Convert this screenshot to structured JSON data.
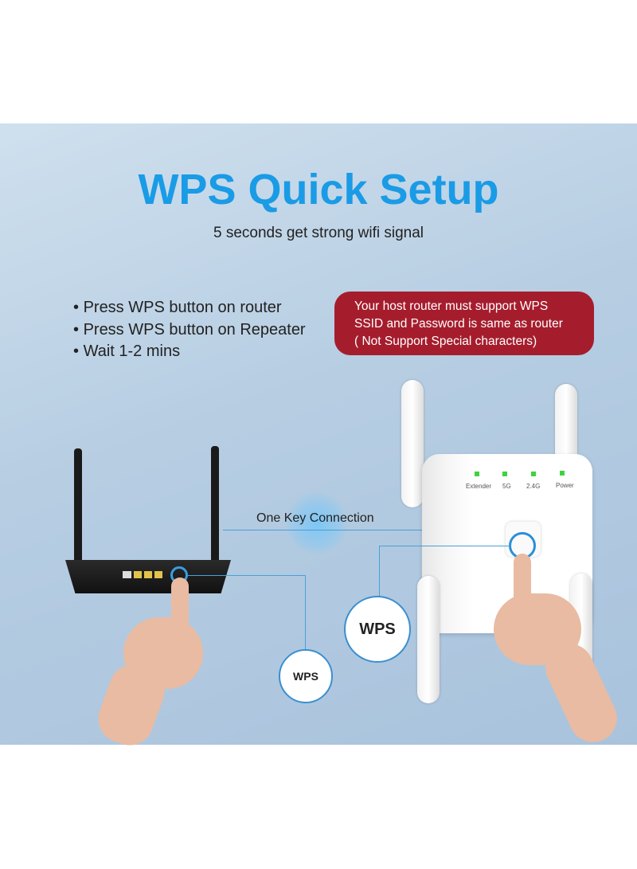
{
  "title": "WPS Quick Setup",
  "subtitle": "5 seconds get strong wifi signal",
  "steps": [
    "Press WPS button on router",
    "Press WPS button on Repeater",
    "Wait 1-2 mins"
  ],
  "notice": [
    "Your host router must support WPS",
    "SSID and Password is same as router",
    "( Not Support Special characters)"
  ],
  "connection_label": "One Key Connection",
  "repeater_leds": [
    "Extender",
    "5G",
    "2.4G",
    "Power"
  ],
  "wps_label": "WPS",
  "colors": {
    "title": "#1a9be6",
    "notice_bg": "#a51d2d",
    "led": "#3ed33e"
  }
}
